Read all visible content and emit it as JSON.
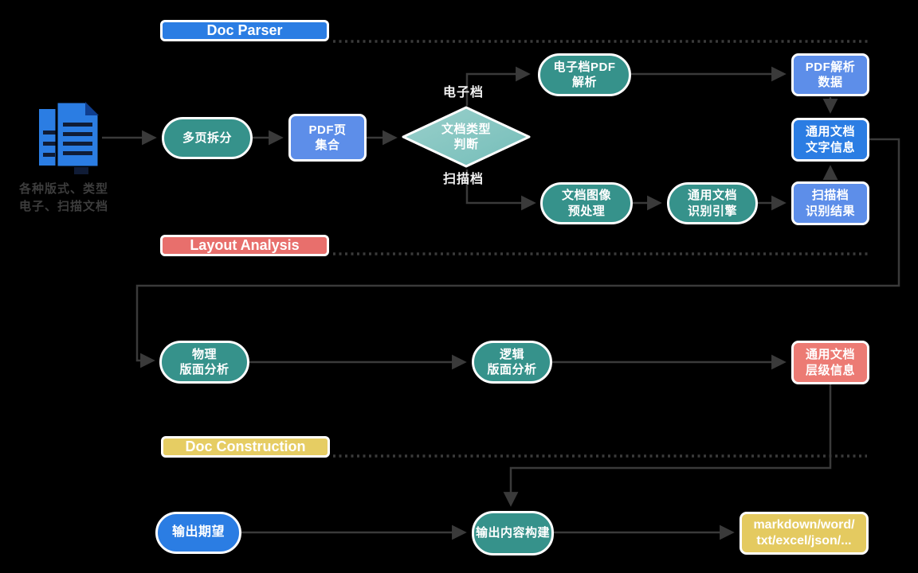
{
  "banners": {
    "doc_parser": "Doc Parser",
    "layout_analysis": "Layout Analysis",
    "doc_construction": "Doc Construction"
  },
  "source": {
    "caption_line1": "各种版式、类型",
    "caption_line2": "电子、扫描文档",
    "icon": "document-stack-icon"
  },
  "nodes": {
    "split_pages": {
      "label": "多页拆分"
    },
    "pdf_page_set": {
      "label": "PDF页\n集合"
    },
    "doc_type_decision": {
      "label": "文档类型\n判断"
    },
    "electronic_pdf_parse": {
      "label": "电子档PDF\n解析"
    },
    "pdf_parse_data": {
      "label": "PDF解析\n数据"
    },
    "general_doc_text_info": {
      "label": "通用文档\n文字信息"
    },
    "doc_image_preprocess": {
      "label": "文档图像\n预处理"
    },
    "general_ocr_engine": {
      "label": "通用文档\n识别引擎"
    },
    "scan_recognition_result": {
      "label": "扫描档\n识别结果"
    },
    "physical_layout_analysis": {
      "label": "物理\n版面分析"
    },
    "logical_layout_analysis": {
      "label": "逻辑\n版面分析"
    },
    "doc_hierarchy_info": {
      "label": "通用文档\n层级信息"
    },
    "output_expectation": {
      "label": "输出期望"
    },
    "output_content_build": {
      "label": "输出内容构建"
    },
    "output_formats": {
      "label": "markdown/word/\ntxt/excel/json/..."
    }
  },
  "edge_labels": {
    "electronic": "电子档",
    "scanned": "扫描档"
  },
  "colors": {
    "teal": "#36928b",
    "diamond_teal": "#84c5c1",
    "bright_blue": "#2b7de3",
    "light_blue": "#5d8ee9",
    "red_banner": "#e86f6c",
    "pink_box": "#ec7b74",
    "yellow_banner": "#e6cd63",
    "yellow_box": "#e4ca60",
    "connector_line": "#3a3a3a",
    "background": "#000000"
  }
}
